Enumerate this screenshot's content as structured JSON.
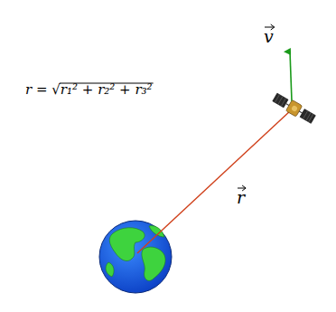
{
  "diagram": {
    "labels": [
      "r = √r₁² + r₂² + r₃²",
      "v",
      "r"
    ]
  }
}
